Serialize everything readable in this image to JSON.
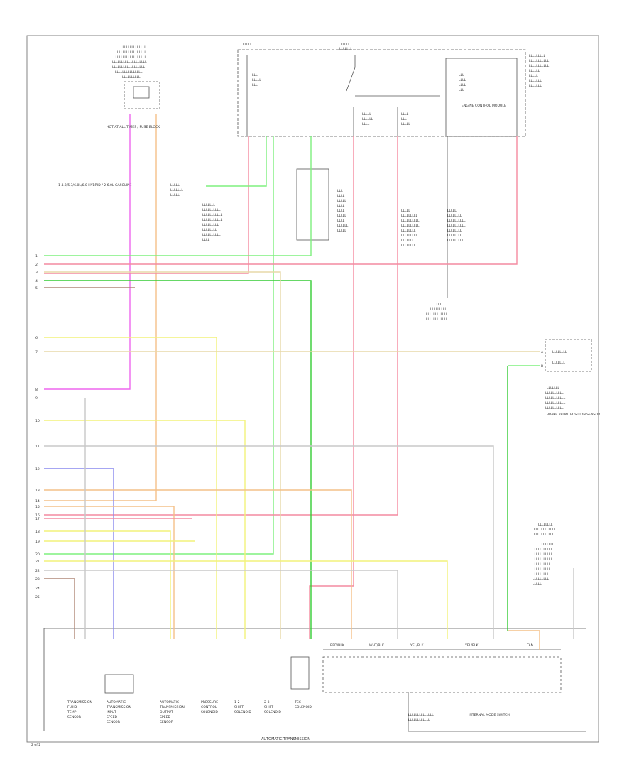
{
  "title": "AUTOMATIC TRANSMISSION",
  "sheet_ref": "2 of 2",
  "note": "1 4.8/5.3/6.0L/6.0 HYBRID / 2 6.0L GASOLINE",
  "wire_colors": {
    "pink": "#f48aa0",
    "light_green": "#7ef07e",
    "green": "#33cc33",
    "yellow": "#f2f27a",
    "tan": "#e7d8a8",
    "orange": "#f4c088",
    "violet": "#ee66ee",
    "blue": "#8888ee",
    "gray": "#c8c8c8",
    "brown": "#b08878"
  },
  "components": {
    "top_left_module": "HOT AT ALL TIMES / FUSE BLOCK",
    "ecm": "ENGINE CONTROL MODULE",
    "bottom_left": [
      "TRANSMISSION FLUID TEMP SENSOR",
      "AUTOMATIC TRANSMISSION INPUT SPEED SENSOR",
      "AUTOMATIC TRANSMISSION OUTPUT SPEED SENSOR",
      "PRESSURE CONTROL SOLENOID",
      "1-2 SHIFT SOLENOID",
      "2-3 SHIFT SOLENOID",
      "TCC SOLENOID"
    ],
    "internal_mode_switch": "INTERNAL MODE SWITCH",
    "right_module": "BRAKE PEDAL POSITION SENSOR"
  },
  "left_pins": [
    "1",
    "2",
    "3",
    "4",
    "5",
    "6",
    "7",
    "8",
    "9",
    "10",
    "11",
    "12",
    "13",
    "14",
    "15",
    "16",
    "17",
    "18",
    "19",
    "20",
    "21",
    "22",
    "23",
    "24",
    "25"
  ],
  "right_pins": [
    "A",
    "B"
  ],
  "bottom_labels": [
    "RED/BLK",
    "WHT/BLK",
    "YEL/BLK",
    "YEL/BLK",
    "TAN"
  ],
  "icons": {
    "ground": "ground-icon",
    "switch": "switch-icon",
    "solenoid": "solenoid-icon"
  }
}
